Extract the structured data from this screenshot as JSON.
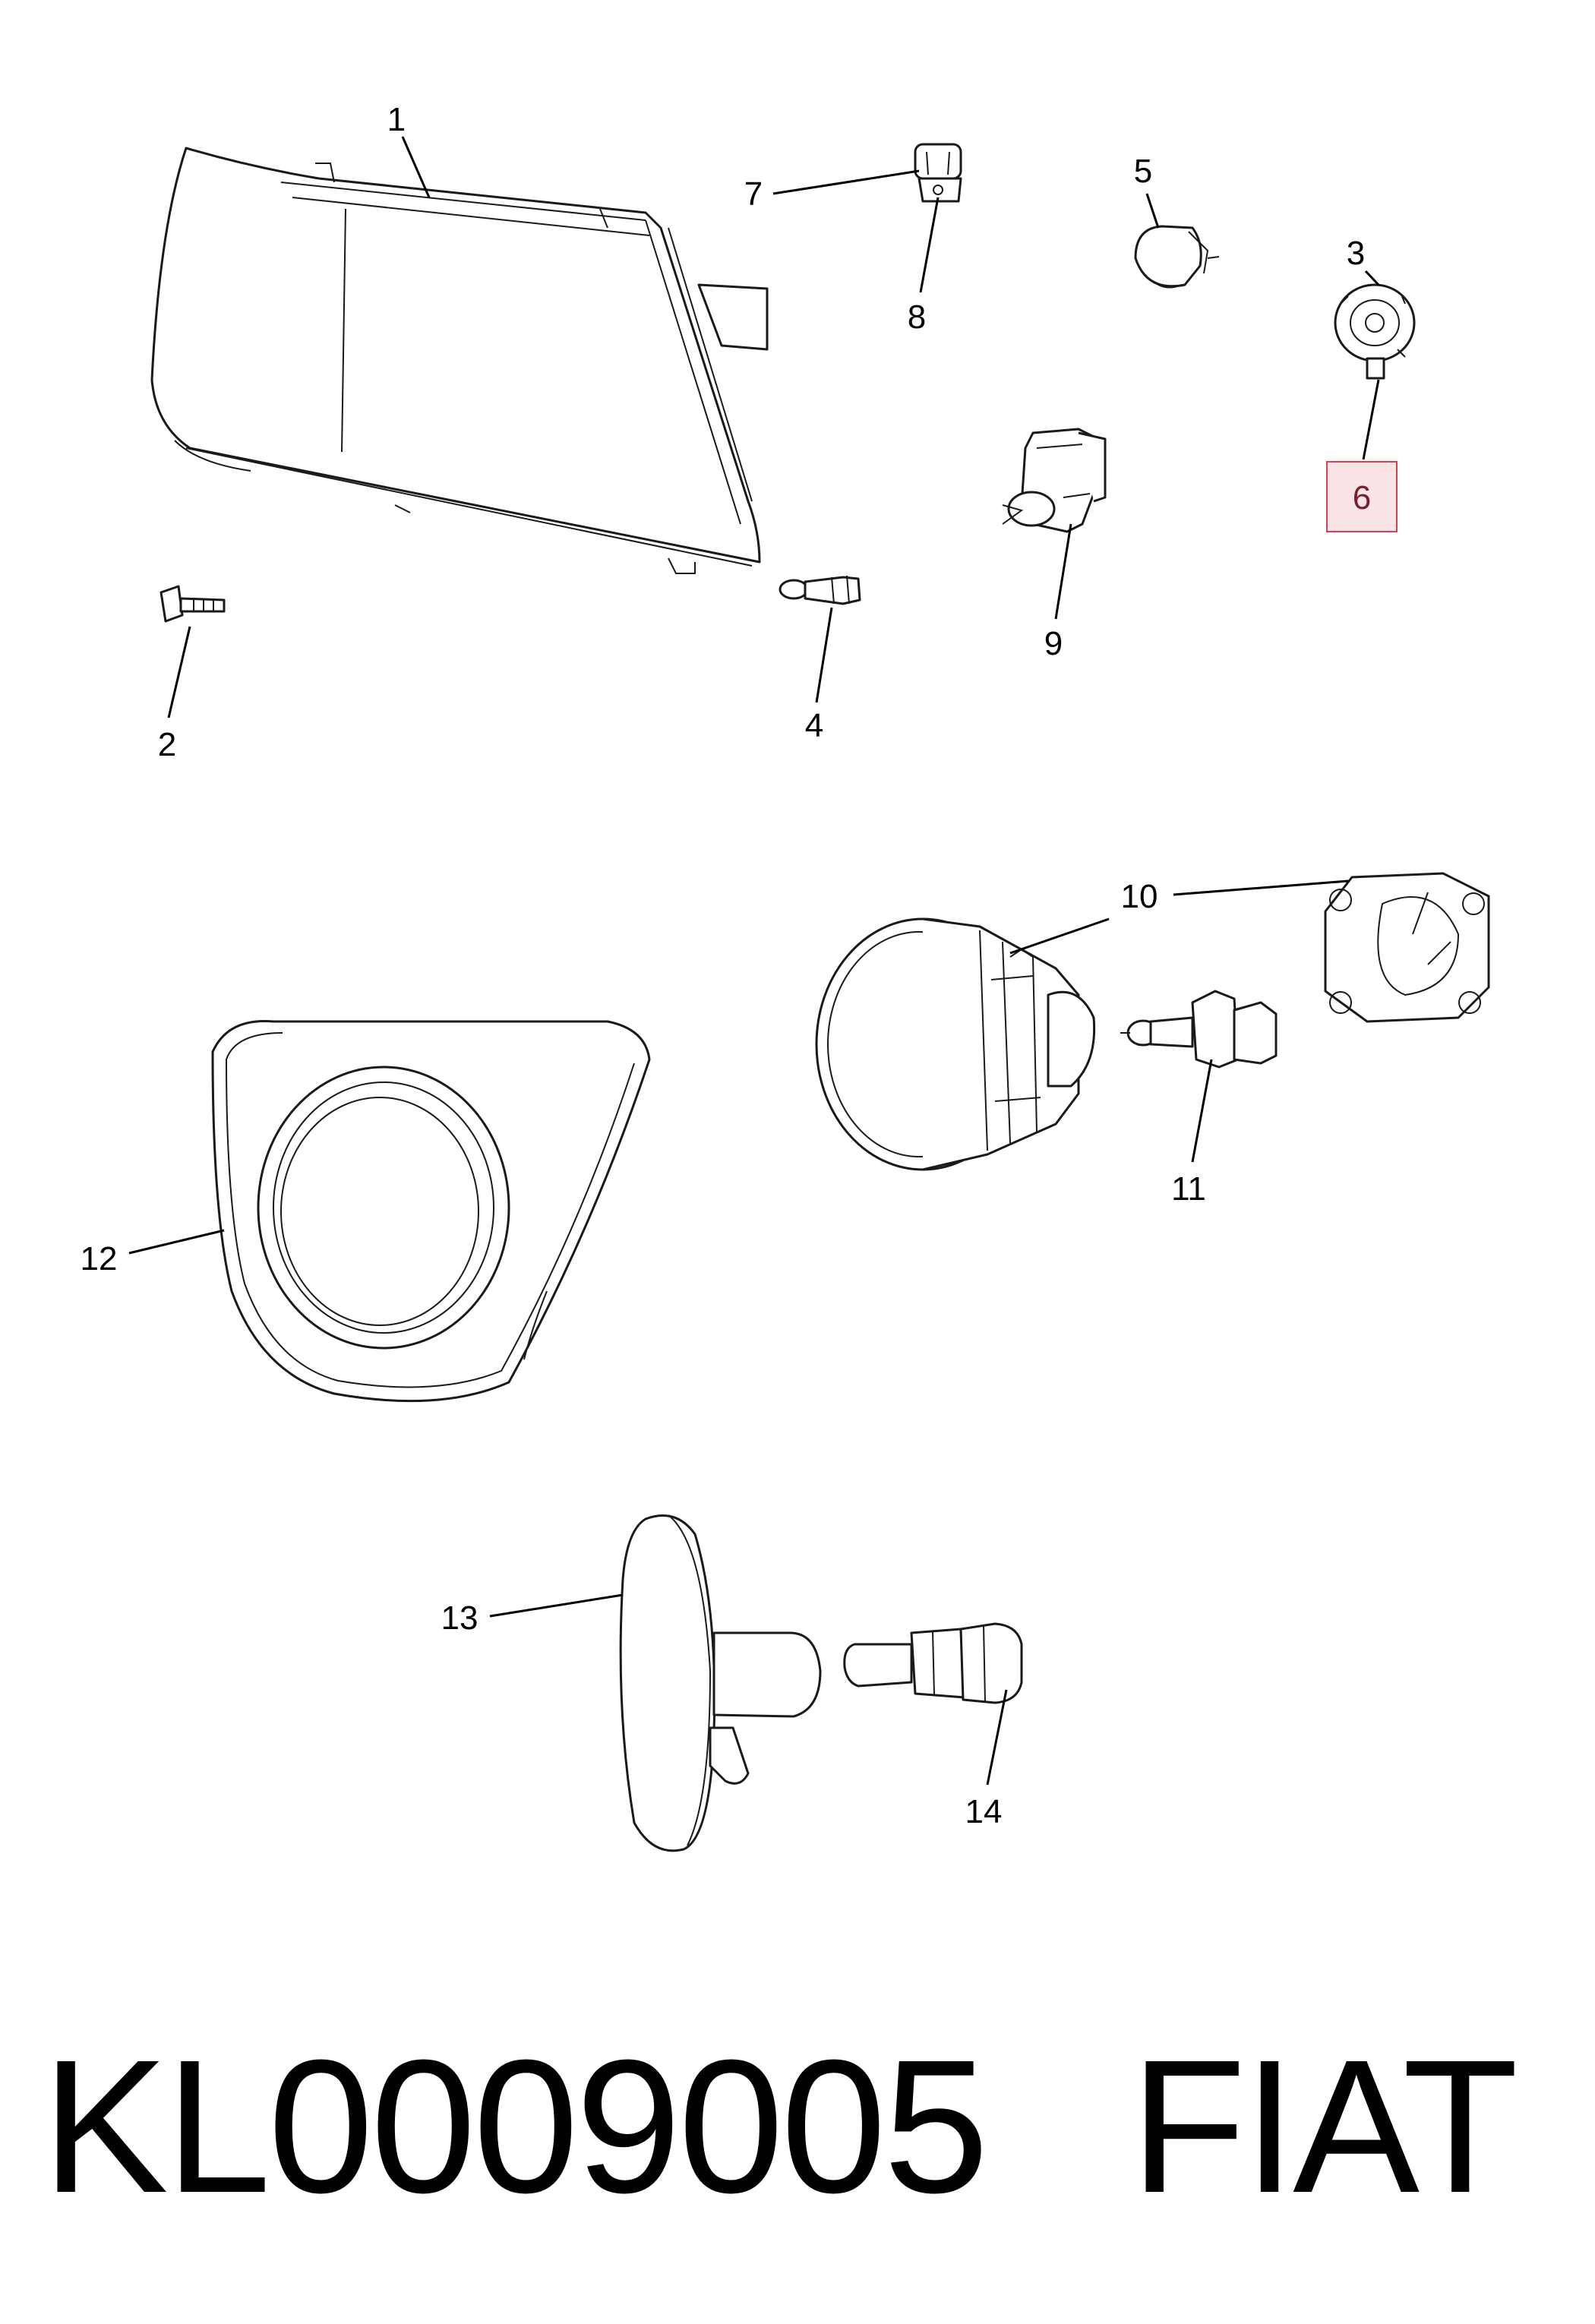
{
  "callouts": {
    "c1": "1",
    "c2": "2",
    "c3": "3",
    "c4": "4",
    "c5": "5",
    "c6": "6",
    "c7": "7",
    "c8": "8",
    "c9": "9",
    "c10": "10",
    "c11": "11",
    "c12": "12",
    "c13": "13",
    "c14": "14"
  },
  "highlighted_callout": "6",
  "caption": {
    "part_number": "KL0009005",
    "brand": "FIAT"
  },
  "colors": {
    "line": "#1a1a1a",
    "highlight_fill": "#fbe4e6",
    "highlight_stroke": "#d6424f"
  }
}
